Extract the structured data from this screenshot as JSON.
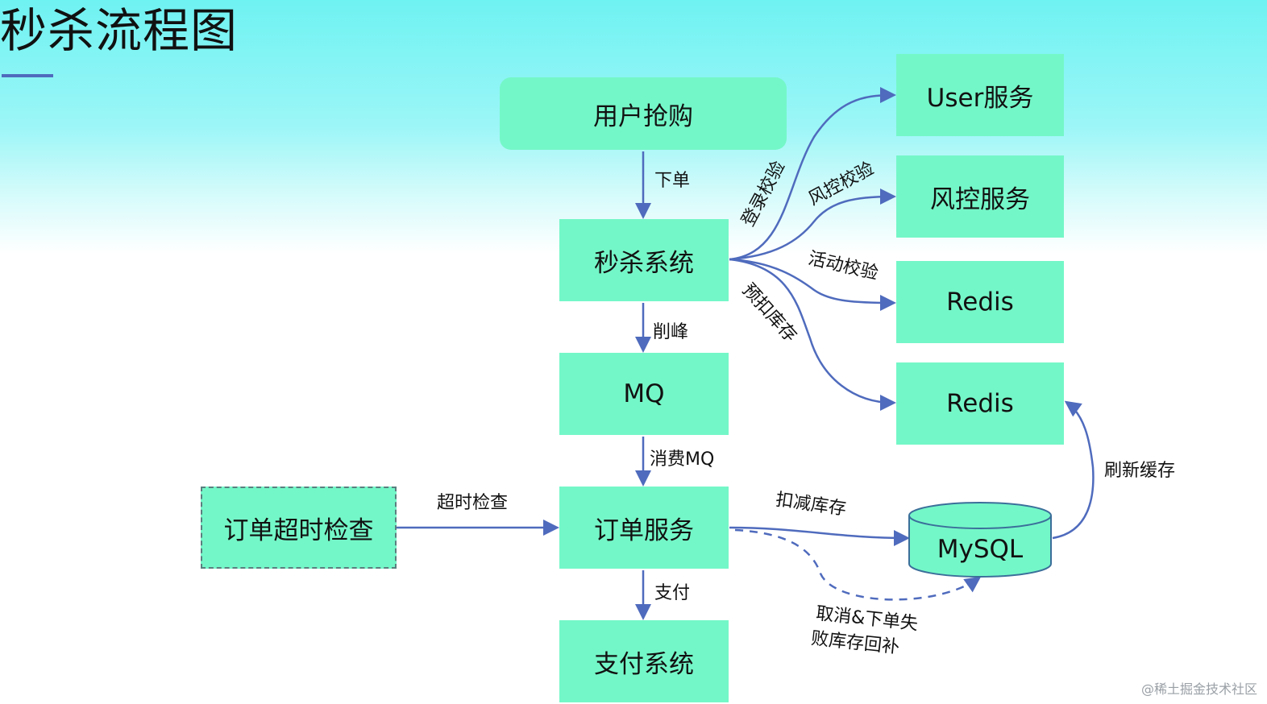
{
  "title": "秒杀流程图",
  "nodes": {
    "user_buy": "用户抢购",
    "seckill_system": "秒杀系统",
    "mq": "MQ",
    "order_service": "订单服务",
    "payment_system": "支付系统",
    "order_timeout_check": "订单超时检查",
    "user_service": "User服务",
    "risk_service": "风控服务",
    "redis_1": "Redis",
    "redis_2": "Redis",
    "mysql": "MySQL"
  },
  "edges": {
    "place_order": "下单",
    "peak_shaving": "削峰",
    "consume_mq": "消费MQ",
    "pay": "支付",
    "timeout_check": "超时检查",
    "login_check": "登录校验",
    "risk_check": "风控校验",
    "activity_check": "活动校验",
    "pre_deduct_stock": "预扣库存",
    "deduct_stock": "扣减库存",
    "refresh_cache": "刷新缓存",
    "rollback_line1": "取消&下单失",
    "rollback_line2": "败库存回补"
  },
  "colors": {
    "node_fill": "#74f7c8",
    "arrow": "#4f6bbd",
    "header_gradient_top": "#6ff2f2"
  },
  "watermark": "@稀土掘金技术社区"
}
